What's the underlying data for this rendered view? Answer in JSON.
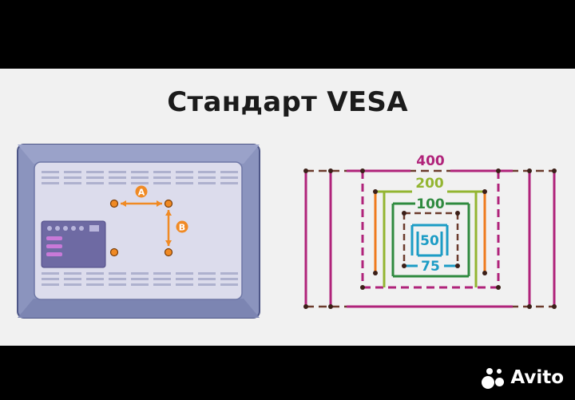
{
  "title": "Стандарт VESA",
  "mount": {
    "label_a": "A",
    "label_b": "B"
  },
  "sizes": {
    "s400": "400",
    "s200": "200",
    "s100": "100",
    "s75": "75",
    "s50": "50"
  },
  "colors": {
    "s400": "#b0237a",
    "s200": "#93b531",
    "s100": "#2f8a3f",
    "s75": "#1c9cc5",
    "s50": "#1c9cc5",
    "outer": "#6b3b2c",
    "orange": "#ef7a1d",
    "mount_orange": "#f08a24"
  },
  "watermark": {
    "text": "Avito",
    "icon": "avito-dots-icon"
  }
}
